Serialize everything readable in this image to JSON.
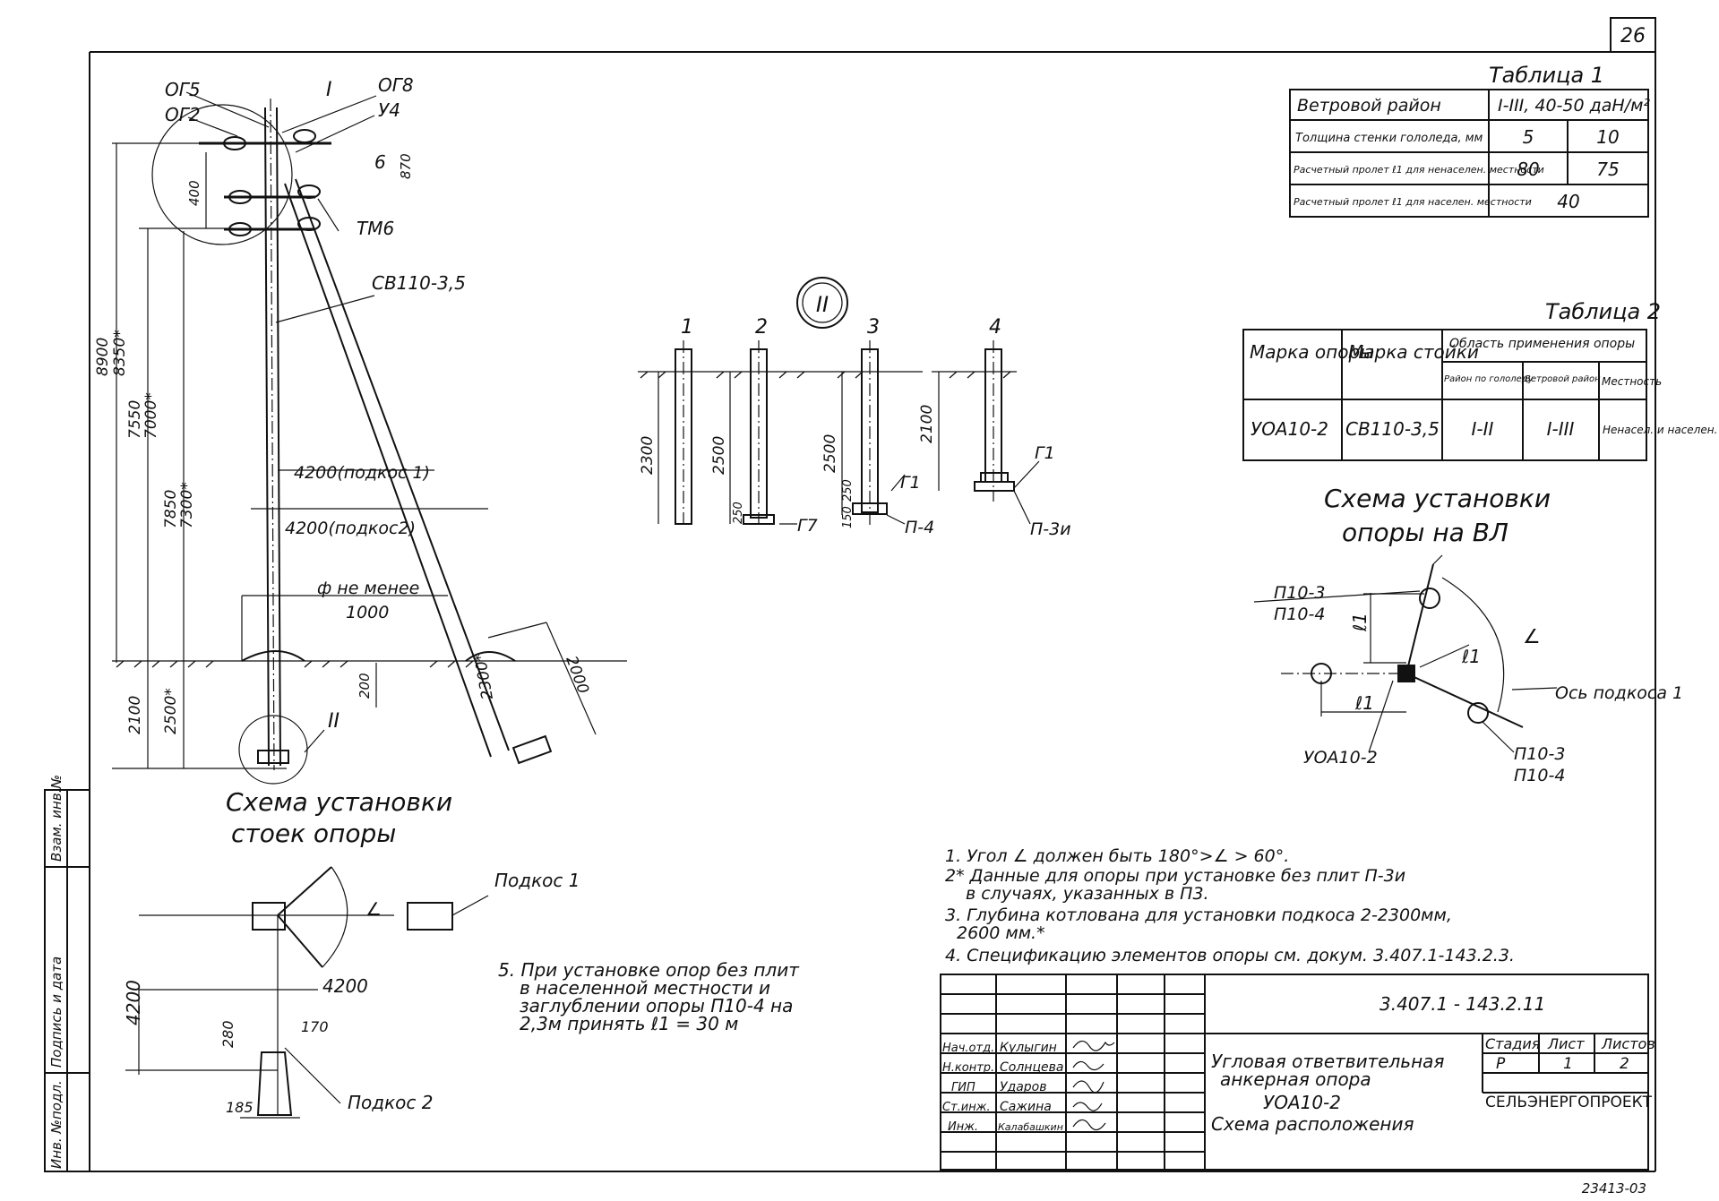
{
  "sheet": {
    "page_number": "26",
    "archive_number": "23413-03"
  },
  "side_stamp": {
    "inv_orig": "Инв. №подл.",
    "sign_date": "Подпись и дата",
    "replace_inv": "Взам. инв.№"
  },
  "table1": {
    "title": "Таблица 1",
    "header_label": "Ветровой район",
    "header_value": "I-III, 40-50 даН/м²",
    "rows": [
      {
        "label": "Толщина стенки гололеда, мм",
        "v1": "5",
        "v2": "10"
      },
      {
        "label": "Расчетный пролет ℓ1 для ненаселен. местности",
        "v1": "80",
        "v2": "75"
      },
      {
        "label": "Расчетный пролет ℓ1 для населен. местности",
        "v1": "40",
        "v2": ""
      }
    ]
  },
  "table2": {
    "title": "Таблица 2",
    "col_mark_support": "Марка опоры",
    "col_mark_post": "Марка стойки",
    "col_area": "Область применения опоры",
    "col_ice": "Район по гололеду",
    "col_wind": "Ветровой район",
    "col_terrain": "Местность",
    "row": {
      "support": "УОА10-2",
      "post": "СВ110-3,5",
      "ice": "I-II",
      "wind": "I-III",
      "terrain": "Ненасел. и населен."
    }
  },
  "main_view": {
    "labels": {
      "og5": "ОГ5",
      "og2": "ОГ2",
      "roman1": "I",
      "og8": "ОГ8",
      "u4": "У4",
      "six": "6",
      "tm6": "ТМ6",
      "post": "СВ110-3,5",
      "brace1": "4200(подкос 1)",
      "brace2": "4200(подкос2)",
      "diam": "ф не менее",
      "diam_val": "1000",
      "roman2": "II"
    },
    "dims": {
      "d8900": "8900",
      "d8350": "8350*",
      "d7550": "7550",
      "d7000": "7000*",
      "d7850": "7850",
      "d7300": "7300*",
      "d2100": "2100",
      "d2500": "2500*",
      "d200": "200",
      "d400": "400",
      "d870": "870",
      "d2300s": "2300*",
      "d2000": "2000"
    },
    "caption_line1": "Схема установки",
    "caption_line2": "стоек опоры"
  },
  "detail_II": {
    "marker": "II",
    "posts": [
      "1",
      "2",
      "3",
      "4"
    ],
    "dims": {
      "p1": "2300",
      "p2": "2500",
      "p2b": "250",
      "p3": "2500",
      "p3b": "250",
      "p3c": "150",
      "p4": "2100"
    },
    "labels": {
      "g7": "Г7",
      "g1a": "Г1",
      "p4": "П-4",
      "g1b": "Г1",
      "p3i": "П-3и"
    }
  },
  "plan_view": {
    "brace1": "Подкос 1",
    "brace2": "Подкос 2",
    "alpha": "∠",
    "d4200h": "4200",
    "d4200v": "4200",
    "d280": "280",
    "d170": "170",
    "d185": "185"
  },
  "scheme_vl": {
    "title_line1": "Схема установки",
    "title_line2": "опоры на ВЛ",
    "p10_3a": "П10-3",
    "p10_4a": "П10-4",
    "l1a": "ℓ1",
    "l1b": "ℓ1",
    "l1c": "ℓ1",
    "alpha": "∠",
    "axis": "Ось подкоса 1",
    "uoa": "УОА10-2",
    "p10_3b": "П10-3",
    "p10_4b": "П10-4"
  },
  "notes": [
    "1. Угол ∠ должен быть 180°>∠ > 60°.",
    "2* Данные для опоры при установке без плит П-3и",
    "в случаях, указанных в П3.",
    "3. Глубина котлована для установки подкоса 2-2300мм,",
    "2600 мм.*",
    "4. Спецификацию элементов опоры см. докум. 3.407.1-143.2.3."
  ],
  "note5": [
    "5. При установке опор без плит",
    "в населенной местности и",
    "заглублении опоры П10-4 на",
    "2,3м принять  ℓ1 = 30 м"
  ],
  "title_block": {
    "doc_code": "3.407.1 - 143.2.11",
    "roles": [
      {
        "role": "Нач.отд.",
        "name": "Кулыгин"
      },
      {
        "role": "Н.контр.",
        "name": "Солнцева"
      },
      {
        "role": "ГИП",
        "name": "Ударов"
      },
      {
        "role": "Ст.инж.",
        "name": "Сажина"
      },
      {
        "role": "Инж.",
        "name": "Калабашкин"
      }
    ],
    "title_lines": [
      "Угловая ответвительная",
      "анкерная опора",
      "УОА10-2",
      "Схема расположения"
    ],
    "stage_h": "Стадия",
    "sheet_h": "Лист",
    "sheets_h": "Листов",
    "stage": "Р",
    "sheet": "1",
    "sheets": "2",
    "org": "СЕЛЬЭНЕРГОПРОЕКТ"
  }
}
